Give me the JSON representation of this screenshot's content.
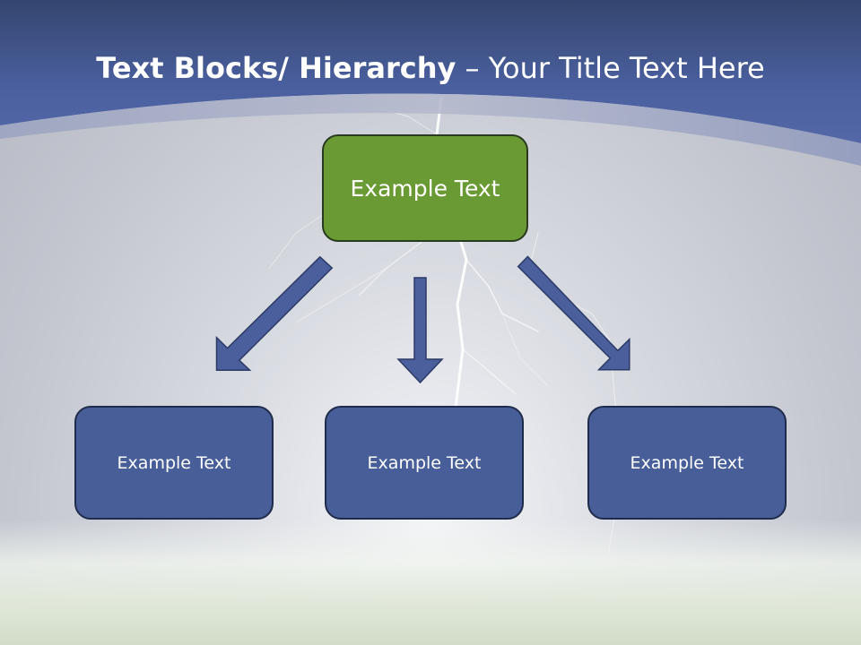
{
  "title": {
    "bold_part": "Text Blocks/ Hierarchy",
    "normal_part": " – Your Title Text Here"
  },
  "diagram": {
    "root": {
      "label": "Example Text"
    },
    "children": [
      {
        "label": "Example Text"
      },
      {
        "label": "Example Text"
      },
      {
        "label": "Example Text"
      }
    ]
  },
  "colors": {
    "header_blue": "#46599a",
    "root_fill": "#6a9a33",
    "child_fill": "#475e99",
    "arrow_fill": "#4a5f9c"
  }
}
